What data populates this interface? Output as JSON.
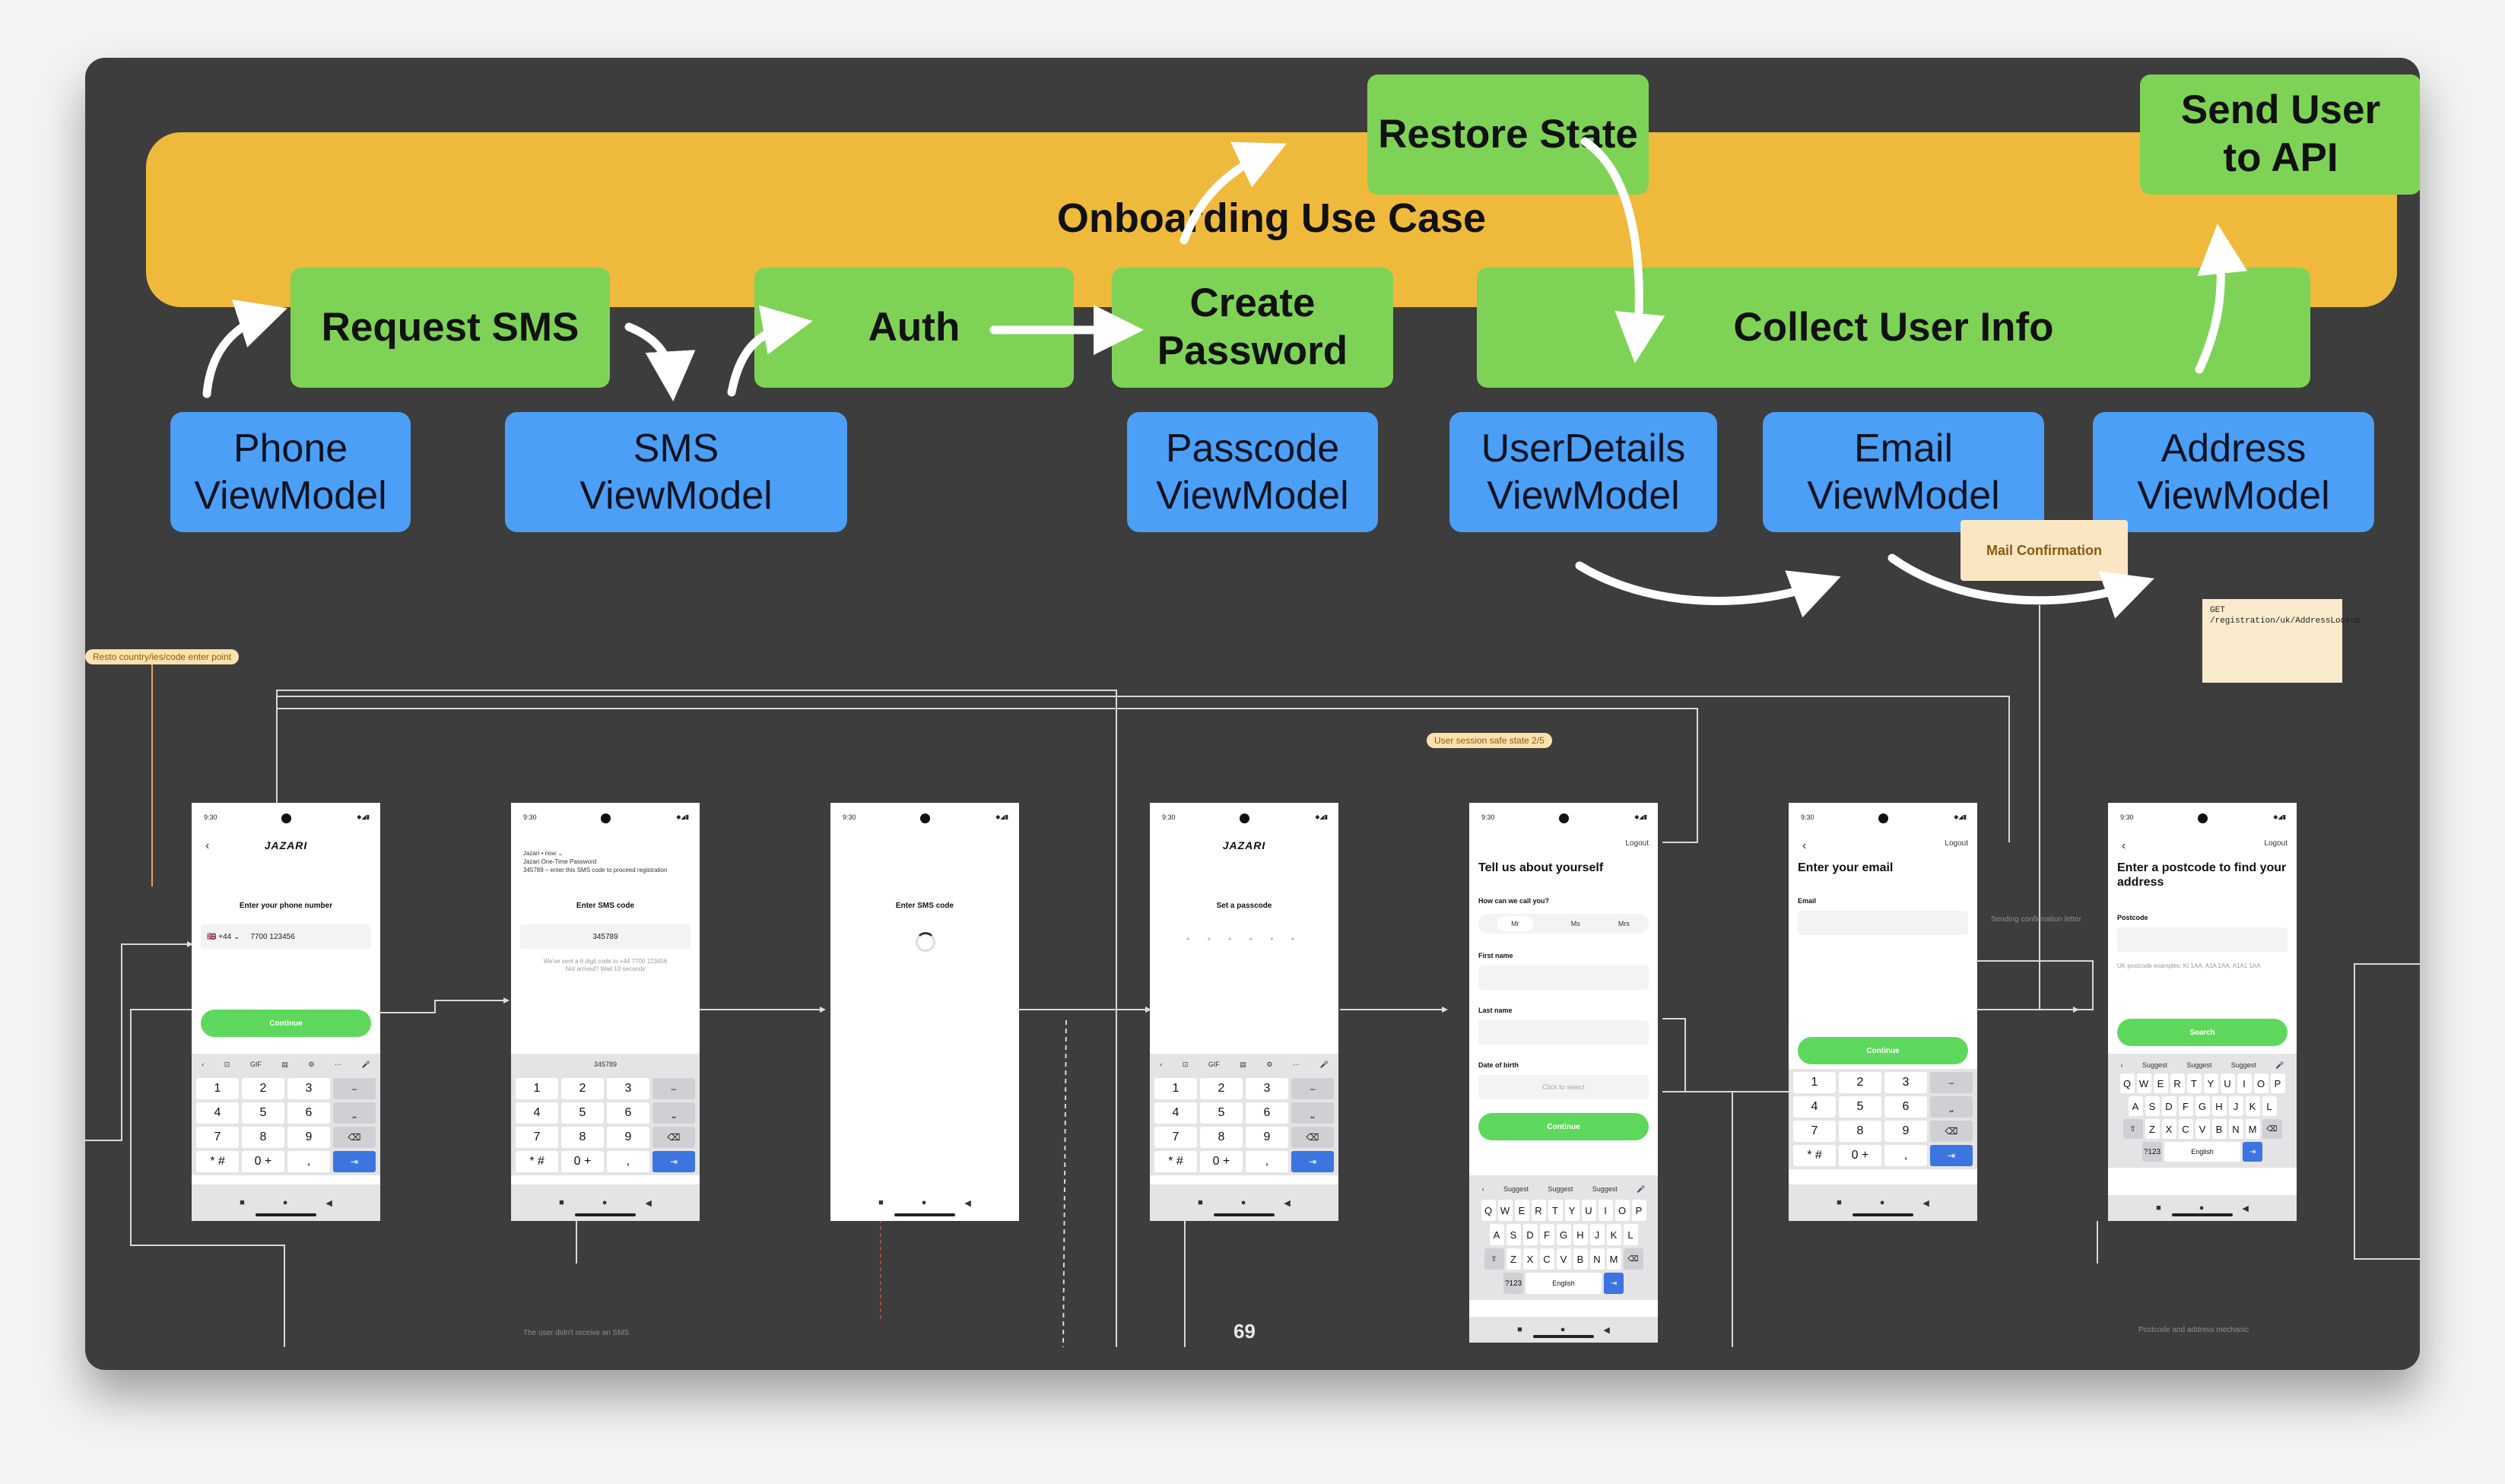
{
  "use_case": {
    "title": "Onboarding Use Case"
  },
  "use_cases": {
    "restore_state": "Restore State",
    "send_user_to_api": "Send User\nto API",
    "request_sms": "Request SMS",
    "auth": "Auth",
    "create_password": "Create\nPassword",
    "collect_user_info": "Collect User Info"
  },
  "view_models": {
    "phone": "Phone\nViewModel",
    "sms": "SMS\nViewModel",
    "passcode": "Passcode\nViewModel",
    "user_details": "UserDetails\nViewModel",
    "email": "Email\nViewModel",
    "address": "Address\nViewModel"
  },
  "notes": {
    "mail_confirmation": "Mail Confirmation",
    "api_endpoint": "GET\n/registration/uk/AddressLookup",
    "resto_entry": "Resto country/ies/code enter point",
    "session_safe": "User session safe state 2/5",
    "sending_letter": "Sending confirmation letter",
    "no_sms": "The user didn't receive an SMS",
    "postcode_mechanic": "Postcode and address mechanic"
  },
  "page_number": "69",
  "screens": {
    "phone": {
      "time": "9:30",
      "logo": "JAZARI",
      "title": "Enter your phone number",
      "country_code": "🇬🇧 +44 ⌄",
      "phone_value": "7700 123456",
      "button": "Continue"
    },
    "sms": {
      "time": "9:30",
      "notification": "Jazari • now ⌄\nJazari One-Time Password\n345789 – enter this SMS code to proceed registration",
      "title": "Enter SMS code",
      "code_value": "345789",
      "hint": "We've sent a 6 digit code to +44 7700 123456\nNot arrived? Wait 10 seconds",
      "suggestion": "345789"
    },
    "sms_loading": {
      "time": "9:30",
      "title": "Enter SMS code"
    },
    "passcode": {
      "time": "9:30",
      "logo": "JAZARI",
      "title": "Set a passcode",
      "dots": "• • • • • •"
    },
    "user_details": {
      "time": "9:30",
      "logout": "Logout",
      "title": "Tell us about yourself",
      "salutation_label": "How can we call you?",
      "salutations": [
        "Mr",
        "Ms",
        "Mrs"
      ],
      "first_name_label": "First name",
      "last_name_label": "Last name",
      "dob_label": "Date of birth",
      "dob_placeholder": "Click to select",
      "button": "Continue"
    },
    "email": {
      "time": "9:30",
      "logout": "Logout",
      "title": "Enter your email",
      "email_label": "Email",
      "button": "Continue"
    },
    "address": {
      "time": "9:30",
      "logout": "Logout",
      "title": "Enter a postcode to find your address",
      "postcode_label": "Postcode",
      "hint": "UK postcode examples: KI 1AA, A1A 1AA, A1A1 1AA",
      "button": "Search"
    }
  },
  "keyboard": {
    "numeric_keys": [
      "1",
      "2",
      "3",
      "–",
      "4",
      "5",
      "6",
      "⎵",
      "7",
      "8",
      "9",
      "⌫",
      "* #",
      "0 +",
      ",",
      "⇥"
    ],
    "numeric_toolbar": [
      "‹",
      "⊡",
      "GIF",
      "▤",
      "⚙",
      "···",
      "🎤"
    ],
    "qwerty_rows": [
      [
        "Q",
        "W",
        "E",
        "R",
        "T",
        "Y",
        "U",
        "I",
        "O",
        "P"
      ],
      [
        "A",
        "S",
        "D",
        "F",
        "G",
        "H",
        "J",
        "K",
        "L"
      ],
      [
        "⇧",
        "Z",
        "X",
        "C",
        "V",
        "B",
        "N",
        "M",
        "⌫"
      ]
    ],
    "suggestions": [
      "Suggest",
      "Suggest",
      "Suggest"
    ],
    "numbers_key": "?123",
    "space_label": "English",
    "nav": [
      "■",
      "●",
      "◀"
    ]
  },
  "colors": {
    "use_case": "#efb93c",
    "use_case_box": "#7ed357",
    "view_model": "#4b9ff6",
    "background": "#3d3d3d"
  }
}
